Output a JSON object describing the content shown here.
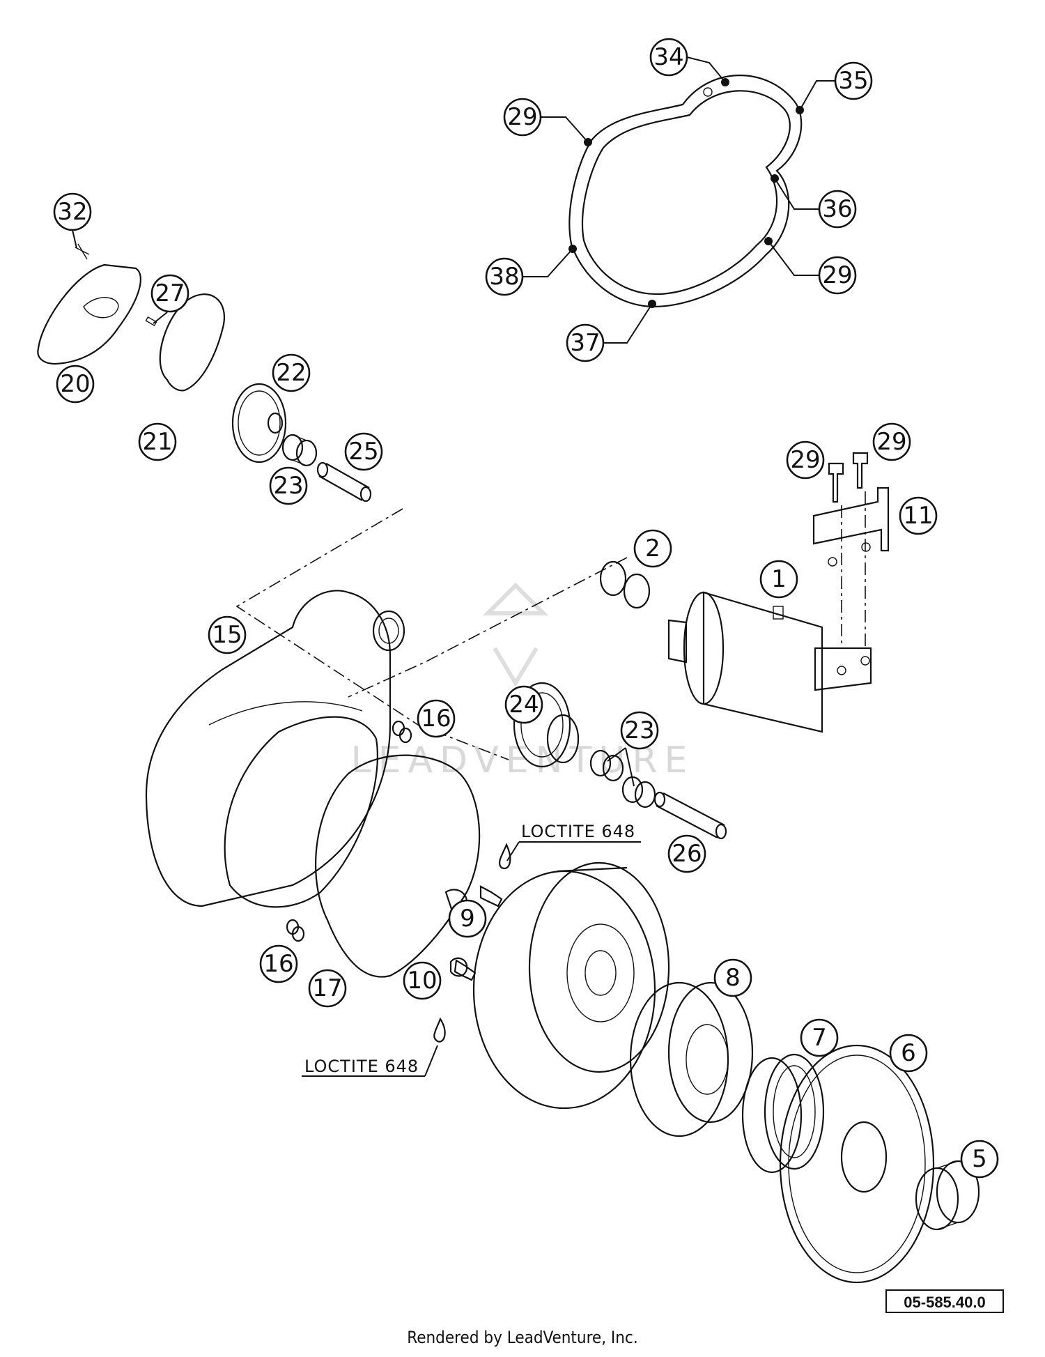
{
  "watermark": "LEADVENTURE",
  "notes": [
    "LOCTITE 648",
    "LOCTITE 648"
  ],
  "document_number": "05-585.40.0",
  "credit": "Rendered by LeadVenture, Inc.",
  "callouts": [
    "34",
    "35",
    "29",
    "36",
    "29",
    "38",
    "37",
    "32",
    "27",
    "20",
    "21",
    "22",
    "23",
    "25",
    "29",
    "29",
    "11",
    "2",
    "1",
    "15",
    "24",
    "16",
    "23",
    "26",
    "9",
    "16",
    "17",
    "10",
    "8",
    "7",
    "6",
    "5"
  ]
}
